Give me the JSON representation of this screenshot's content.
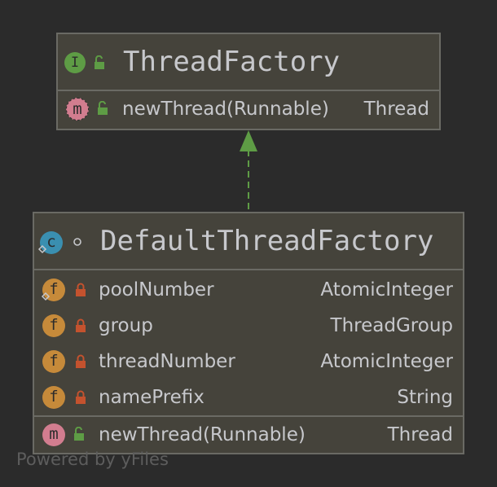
{
  "interface_box": {
    "stereotype_icon": "interface-icon",
    "stereotype_letter": "I",
    "visibility_icon": "public-unlock-icon",
    "title": "ThreadFactory",
    "methods": [
      {
        "icon": "abstract-method-icon",
        "letter": "m",
        "visibility_icon": "public-unlock-icon",
        "name": "newThread(Runnable)",
        "type": "Thread"
      }
    ]
  },
  "class_box": {
    "stereotype_icon": "class-icon",
    "stereotype_letter": "c",
    "visibility_icon": "package-private-icon",
    "title": "DefaultThreadFactory",
    "fields": [
      {
        "icon": "field-icon",
        "letter": "f",
        "visibility_icon": "private-lock-icon",
        "name": "poolNumber",
        "type": "AtomicInteger",
        "static": true
      },
      {
        "icon": "field-icon",
        "letter": "f",
        "visibility_icon": "private-lock-icon",
        "name": "group",
        "type": "ThreadGroup",
        "static": false
      },
      {
        "icon": "field-icon",
        "letter": "f",
        "visibility_icon": "private-lock-icon",
        "name": "threadNumber",
        "type": "AtomicInteger",
        "static": false
      },
      {
        "icon": "field-icon",
        "letter": "f",
        "visibility_icon": "private-lock-icon",
        "name": "namePrefix",
        "type": "String",
        "static": false
      }
    ],
    "methods": [
      {
        "icon": "method-icon",
        "letter": "m",
        "visibility_icon": "public-unlock-icon",
        "name": "newThread(Runnable)",
        "type": "Thread"
      }
    ]
  },
  "relation": {
    "kind": "implements",
    "style": "dashed",
    "color": "#5e9c45"
  },
  "colors": {
    "background": "#2b2b2b",
    "box_fill": "#45433b",
    "box_border": "#6a6a64",
    "text": "#c7c8cc",
    "interface_badge": "#5e9c45",
    "class_badge": "#3a8fb0",
    "field_badge": "#c68a3a",
    "method_badge": "#d27d8f",
    "lock_red": "#c4522e",
    "lock_green": "#5e9c45"
  },
  "watermark": "Powered by yFiles"
}
